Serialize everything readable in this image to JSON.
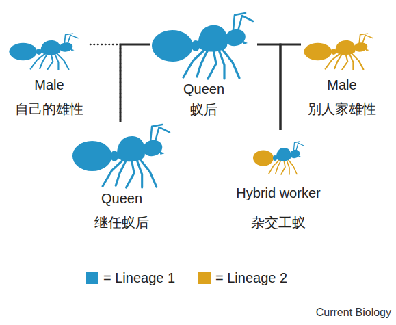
{
  "diagram": {
    "nodes": [
      {
        "text": [
          "Male",
          "自己的雄性"
        ]
      },
      {
        "text": [
          "Queen",
          "蚁后"
        ]
      },
      {
        "text": [
          "Male",
          "别人家雄性"
        ]
      },
      {
        "text": [
          "Queen",
          "继任蚁后"
        ]
      },
      {
        "text": [
          "Hybrid worker",
          "杂交工蚁"
        ]
      }
    ],
    "edges": [
      {
        "from": 0,
        "to": 3,
        "arrow": "none"
      },
      {
        "from": 1,
        "to": 3,
        "arrow": "none"
      },
      {
        "from": 1,
        "to": 4,
        "arrow": "none"
      },
      {
        "from": 2,
        "to": 4,
        "arrow": "none"
      }
    ],
    "labels": [
      "Current Biology"
    ],
    "legend": [
      {
        "text": "= Lineage 1",
        "color": "#2493c7"
      },
      {
        "text": "= Lineage 2",
        "color": "#dca21d"
      }
    ]
  }
}
